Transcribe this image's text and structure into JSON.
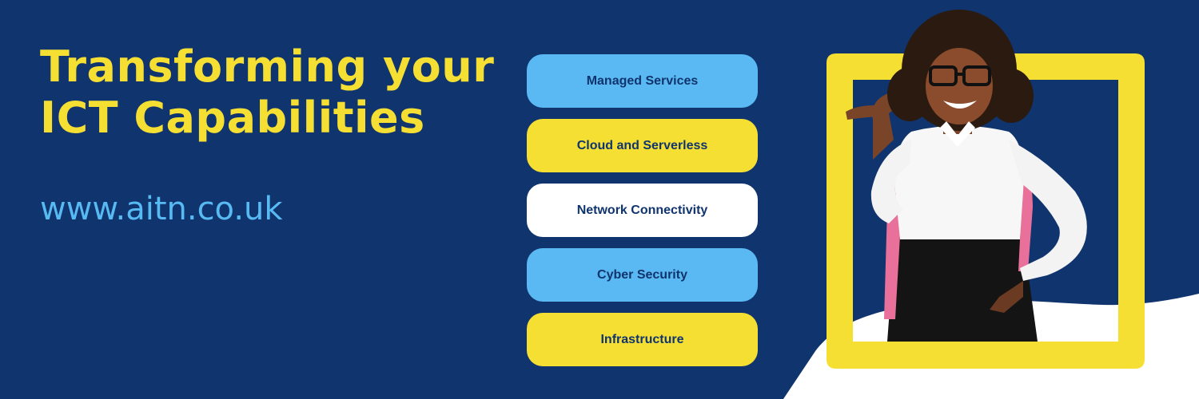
{
  "headline": {
    "line1": "Transforming your",
    "line2": "ICT Capabilities"
  },
  "website": "www.aitn.co.uk",
  "services": [
    {
      "label": "Managed Services",
      "color": "#5ab9f2"
    },
    {
      "label": "Cloud and Serverless",
      "color": "#f6df33"
    },
    {
      "label": "Network Connectivity",
      "color": "#ffffff"
    },
    {
      "label": "Cyber Security",
      "color": "#5ab9f2"
    },
    {
      "label": "Infrastructure",
      "color": "#f6df33"
    }
  ],
  "colors": {
    "background": "#10346e",
    "accent_yellow": "#f6df33",
    "accent_blue": "#5ab9f2",
    "white": "#ffffff"
  }
}
